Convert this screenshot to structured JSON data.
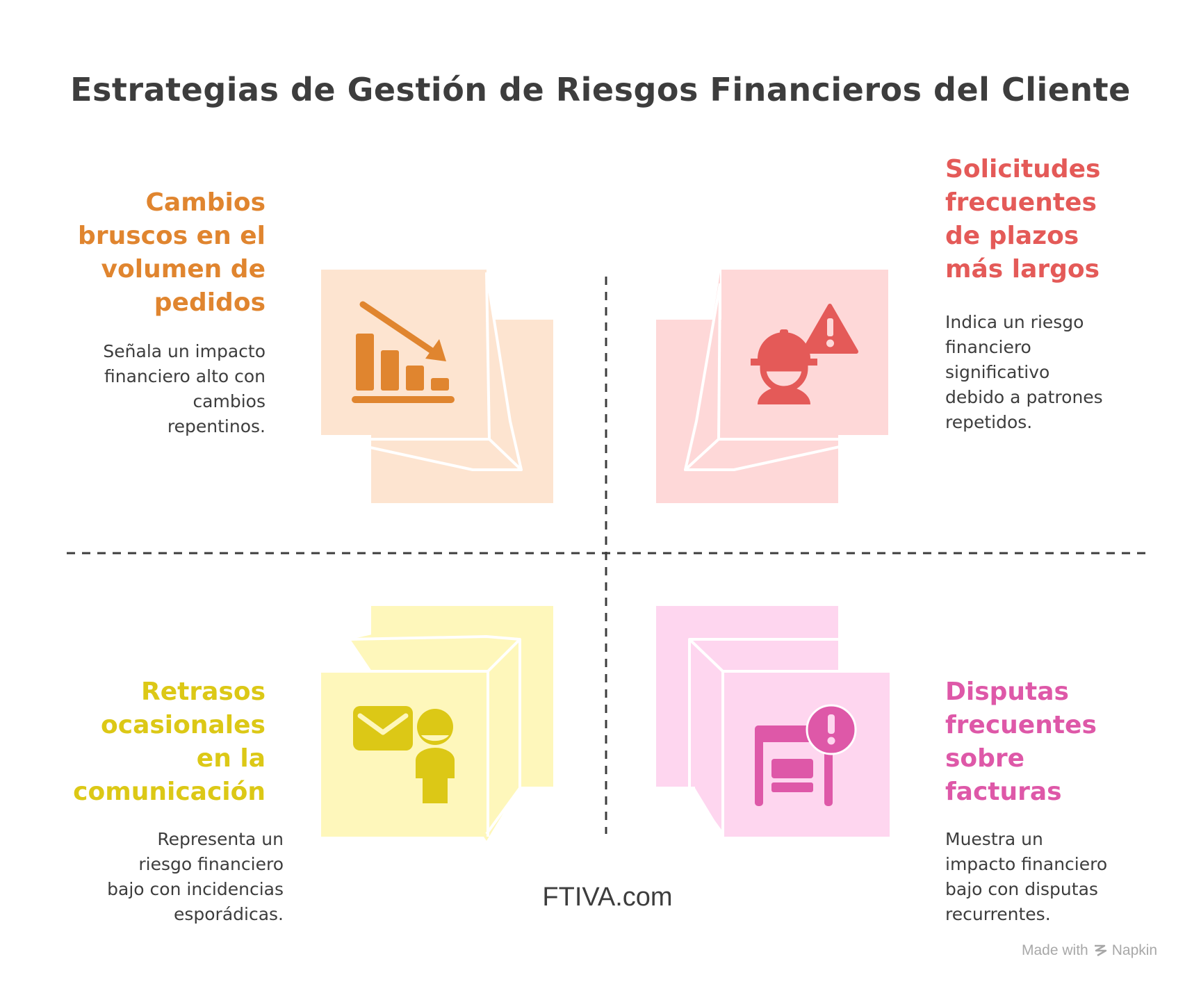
{
  "title": "Estrategias de Gestión de Riesgos Financieros del Cliente",
  "quadrants": [
    {
      "heading": "Cambios\nbruscos en el\nvolumen de\npedidos",
      "description": "Señala un impacto\nfinanciero alto con\ncambios\nrepentinos.",
      "icon": "declining-bar-chart-icon",
      "color": "#e0852f",
      "fill": "#fde4d0"
    },
    {
      "heading": "Solicitudes\nfrecuentes\nde plazos\nmás largos",
      "description": "Indica un riesgo\nfinanciero\nsignificativo\ndebido a patrones\nrepetidos.",
      "icon": "worker-warning-icon",
      "color": "#e45a58",
      "fill": "#fed8d8"
    },
    {
      "heading": "Retrasos\nocasionales\nen la\ncomunicación",
      "description": "Representa un\nriesgo financiero\nbajo con incidencias\nesporádicas.",
      "icon": "person-envelope-icon",
      "color": "#dcc816",
      "fill": "#fef7bb"
    },
    {
      "heading": "Disputas\nfrecuentes\nsobre\nfacturas",
      "description": "Muestra un\nimpacto financiero\nbajo con disputas\nrecurrentes.",
      "icon": "invoice-alert-icon",
      "color": "#de58a8",
      "fill": "#fed6ef"
    }
  ],
  "brand": "FTIVA.com",
  "footer": {
    "made_with": "Made with",
    "napkin": "Napkin"
  }
}
